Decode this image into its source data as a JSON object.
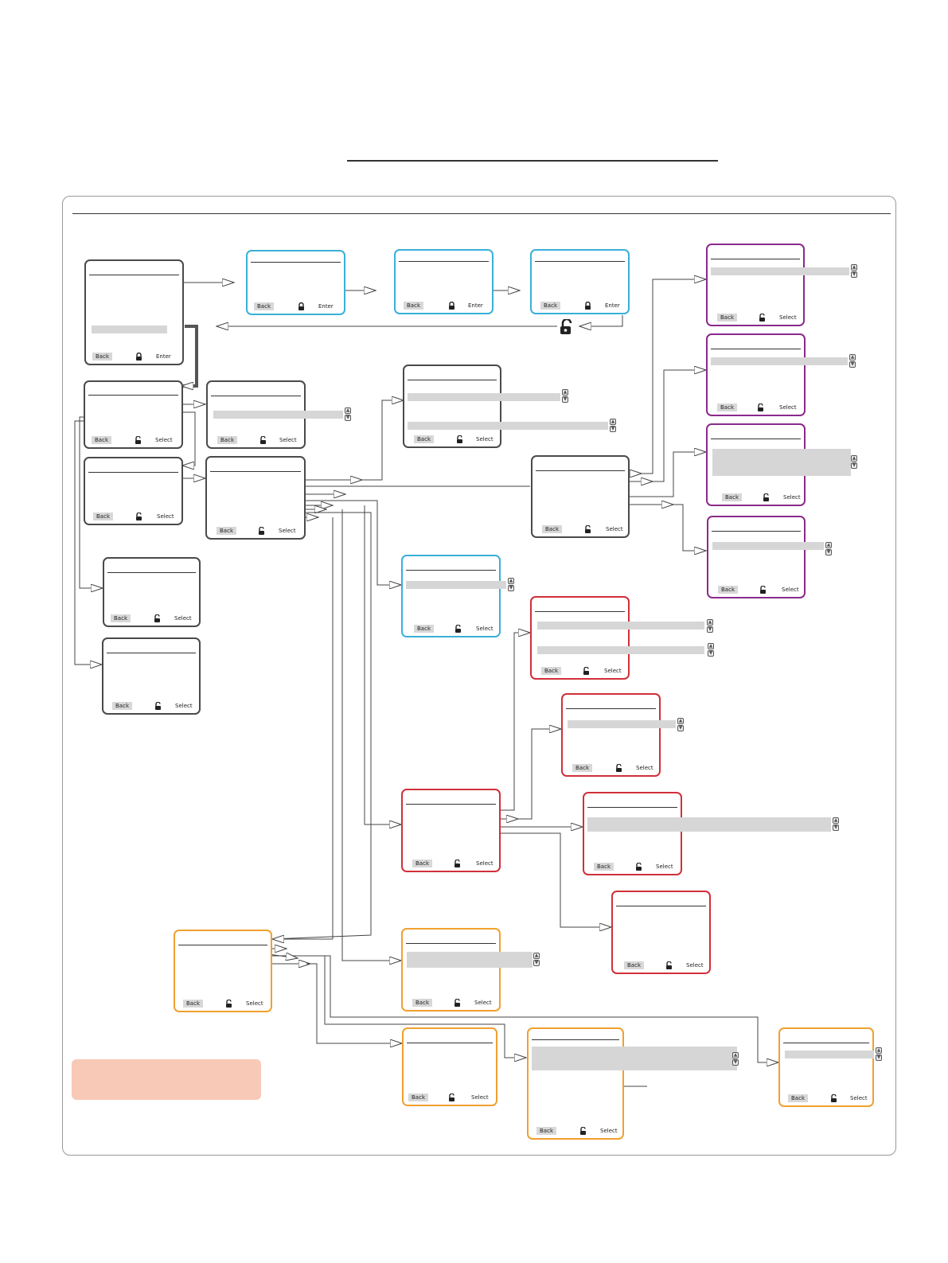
{
  "softkeys": {
    "back": "Back",
    "enter": "Enter",
    "select": "Select"
  },
  "icons": {
    "locked": "lock-icon",
    "unlocked": "unlock-icon",
    "scroll": "scroll-arrows-icon"
  },
  "colors": {
    "neutral": "#4a4a4a",
    "blue": "#3ab0d8",
    "purple": "#8a2a8a",
    "red": "#d0303a",
    "orange": "#f0a030",
    "legend": "#f9c9b7"
  }
}
